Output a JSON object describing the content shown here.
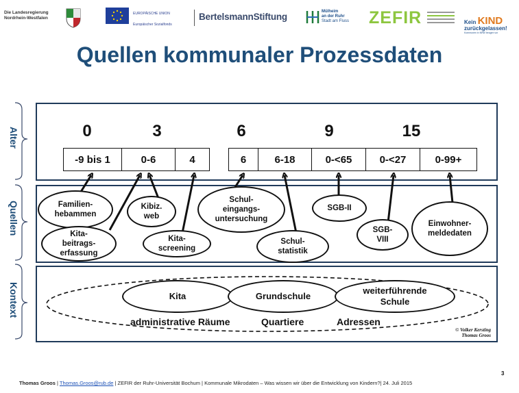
{
  "logos": {
    "nrw_line1": "Die Landesregierung",
    "nrw_line2": "Nordrhein-Westfalen",
    "eu_line1": "EUROPÄISCHE UNION",
    "eu_line2": "Europäischer Sozialfonds",
    "bertelsmann": "BertelsmannStiftung",
    "muelheim_line1": "Mülheim",
    "muelheim_line2": "an der Ruhr",
    "muelheim_line3": "Stadt am Fluss",
    "zefir": "ZEFIR",
    "kein_kind_line1": "Kein",
    "kein_kind_word": "KIND",
    "kein_kind_line2": "zurückgelassen!",
    "kein_kind_line3": "Kommunen in NRW beugen vor"
  },
  "title": "Quellen kommunaler Prozessdaten",
  "sections": {
    "alter": "Alter",
    "quellen": "Quellen",
    "kontext": "Kontext"
  },
  "ages": [
    "0",
    "3",
    "6",
    "9",
    "15"
  ],
  "age_ranges_left": [
    "-9 bis 1",
    "0-6",
    "4"
  ],
  "age_ranges_right": [
    "6",
    "6-18",
    "0-<65",
    "0-<27",
    "0-99+"
  ],
  "sources": {
    "familienhebammen": "Familien-\nhebammen",
    "kibiz": "Kibiz.\nweb",
    "schuleingang": "Schul-\neingangs-\nuntersuchung",
    "sgb2": "SGB-II",
    "kitabeitrag": "Kita-\nbeitrags-\nerfassung",
    "kitascreening": "Kita-\nscreening",
    "schulstatistik": "Schul-\nstatistik",
    "sgb8": "SGB-\nVIII",
    "einwohner": "Einwohner-\nmeldedaten"
  },
  "context": {
    "kita": "Kita",
    "grundschule": "Grundschule",
    "weiterfuehrend": "weiterführende\nSchule",
    "raeume": "administrative Räume",
    "quartiere": "Quartiere",
    "adressen": "Adressen",
    "copyright_line1": "© Volker Kersting",
    "copyright_line2": "Thomas Groos"
  },
  "footer": {
    "author": "Thomas Groos",
    "email": "Thomas.Groos@rub.de",
    "rest": " | ZEFIR der Ruhr-Universität Bochum | Kommunale Mikrodaten – Was wissen wir über die Entwicklung von Kindern?| 24. Juli 2015",
    "page": "3"
  }
}
